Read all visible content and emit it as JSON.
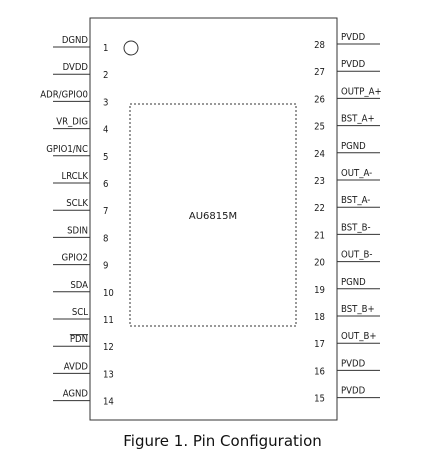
{
  "chip": {
    "name": "AU6815M"
  },
  "caption": "Figure 1. Pin Configuration",
  "left_pins": [
    {
      "number": "1",
      "name": "DGND",
      "overbar": false
    },
    {
      "number": "2",
      "name": "DVDD",
      "overbar": false
    },
    {
      "number": "3",
      "name": "ADR/GPIO0",
      "overbar": false
    },
    {
      "number": "4",
      "name": "VR_DIG",
      "overbar": false
    },
    {
      "number": "5",
      "name": "GPIO1/NC",
      "overbar": false
    },
    {
      "number": "6",
      "name": "LRCLK",
      "overbar": false
    },
    {
      "number": "7",
      "name": "SCLK",
      "overbar": false
    },
    {
      "number": "8",
      "name": "SDIN",
      "overbar": false
    },
    {
      "number": "9",
      "name": "GPIO2",
      "overbar": false
    },
    {
      "number": "10",
      "name": "SDA",
      "overbar": false
    },
    {
      "number": "11",
      "name": "SCL",
      "overbar": false
    },
    {
      "number": "12",
      "name": "PDN",
      "overbar": true
    },
    {
      "number": "13",
      "name": "AVDD",
      "overbar": false
    },
    {
      "number": "14",
      "name": "AGND",
      "overbar": false
    }
  ],
  "right_pins": [
    {
      "number": "28",
      "name": "PVDD"
    },
    {
      "number": "27",
      "name": "PVDD"
    },
    {
      "number": "26",
      "name": "OUTP_A+"
    },
    {
      "number": "25",
      "name": "BST_A+"
    },
    {
      "number": "24",
      "name": "PGND"
    },
    {
      "number": "23",
      "name": "OUT_A-"
    },
    {
      "number": "22",
      "name": "BST_A-"
    },
    {
      "number": "21",
      "name": "BST_B-"
    },
    {
      "number": "20",
      "name": "OUT_B-"
    },
    {
      "number": "19",
      "name": "PGND"
    },
    {
      "number": "18",
      "name": "BST_B+"
    },
    {
      "number": "17",
      "name": "OUT_B+"
    },
    {
      "number": "16",
      "name": "PVDD"
    },
    {
      "number": "15",
      "name": "PVDD"
    }
  ]
}
